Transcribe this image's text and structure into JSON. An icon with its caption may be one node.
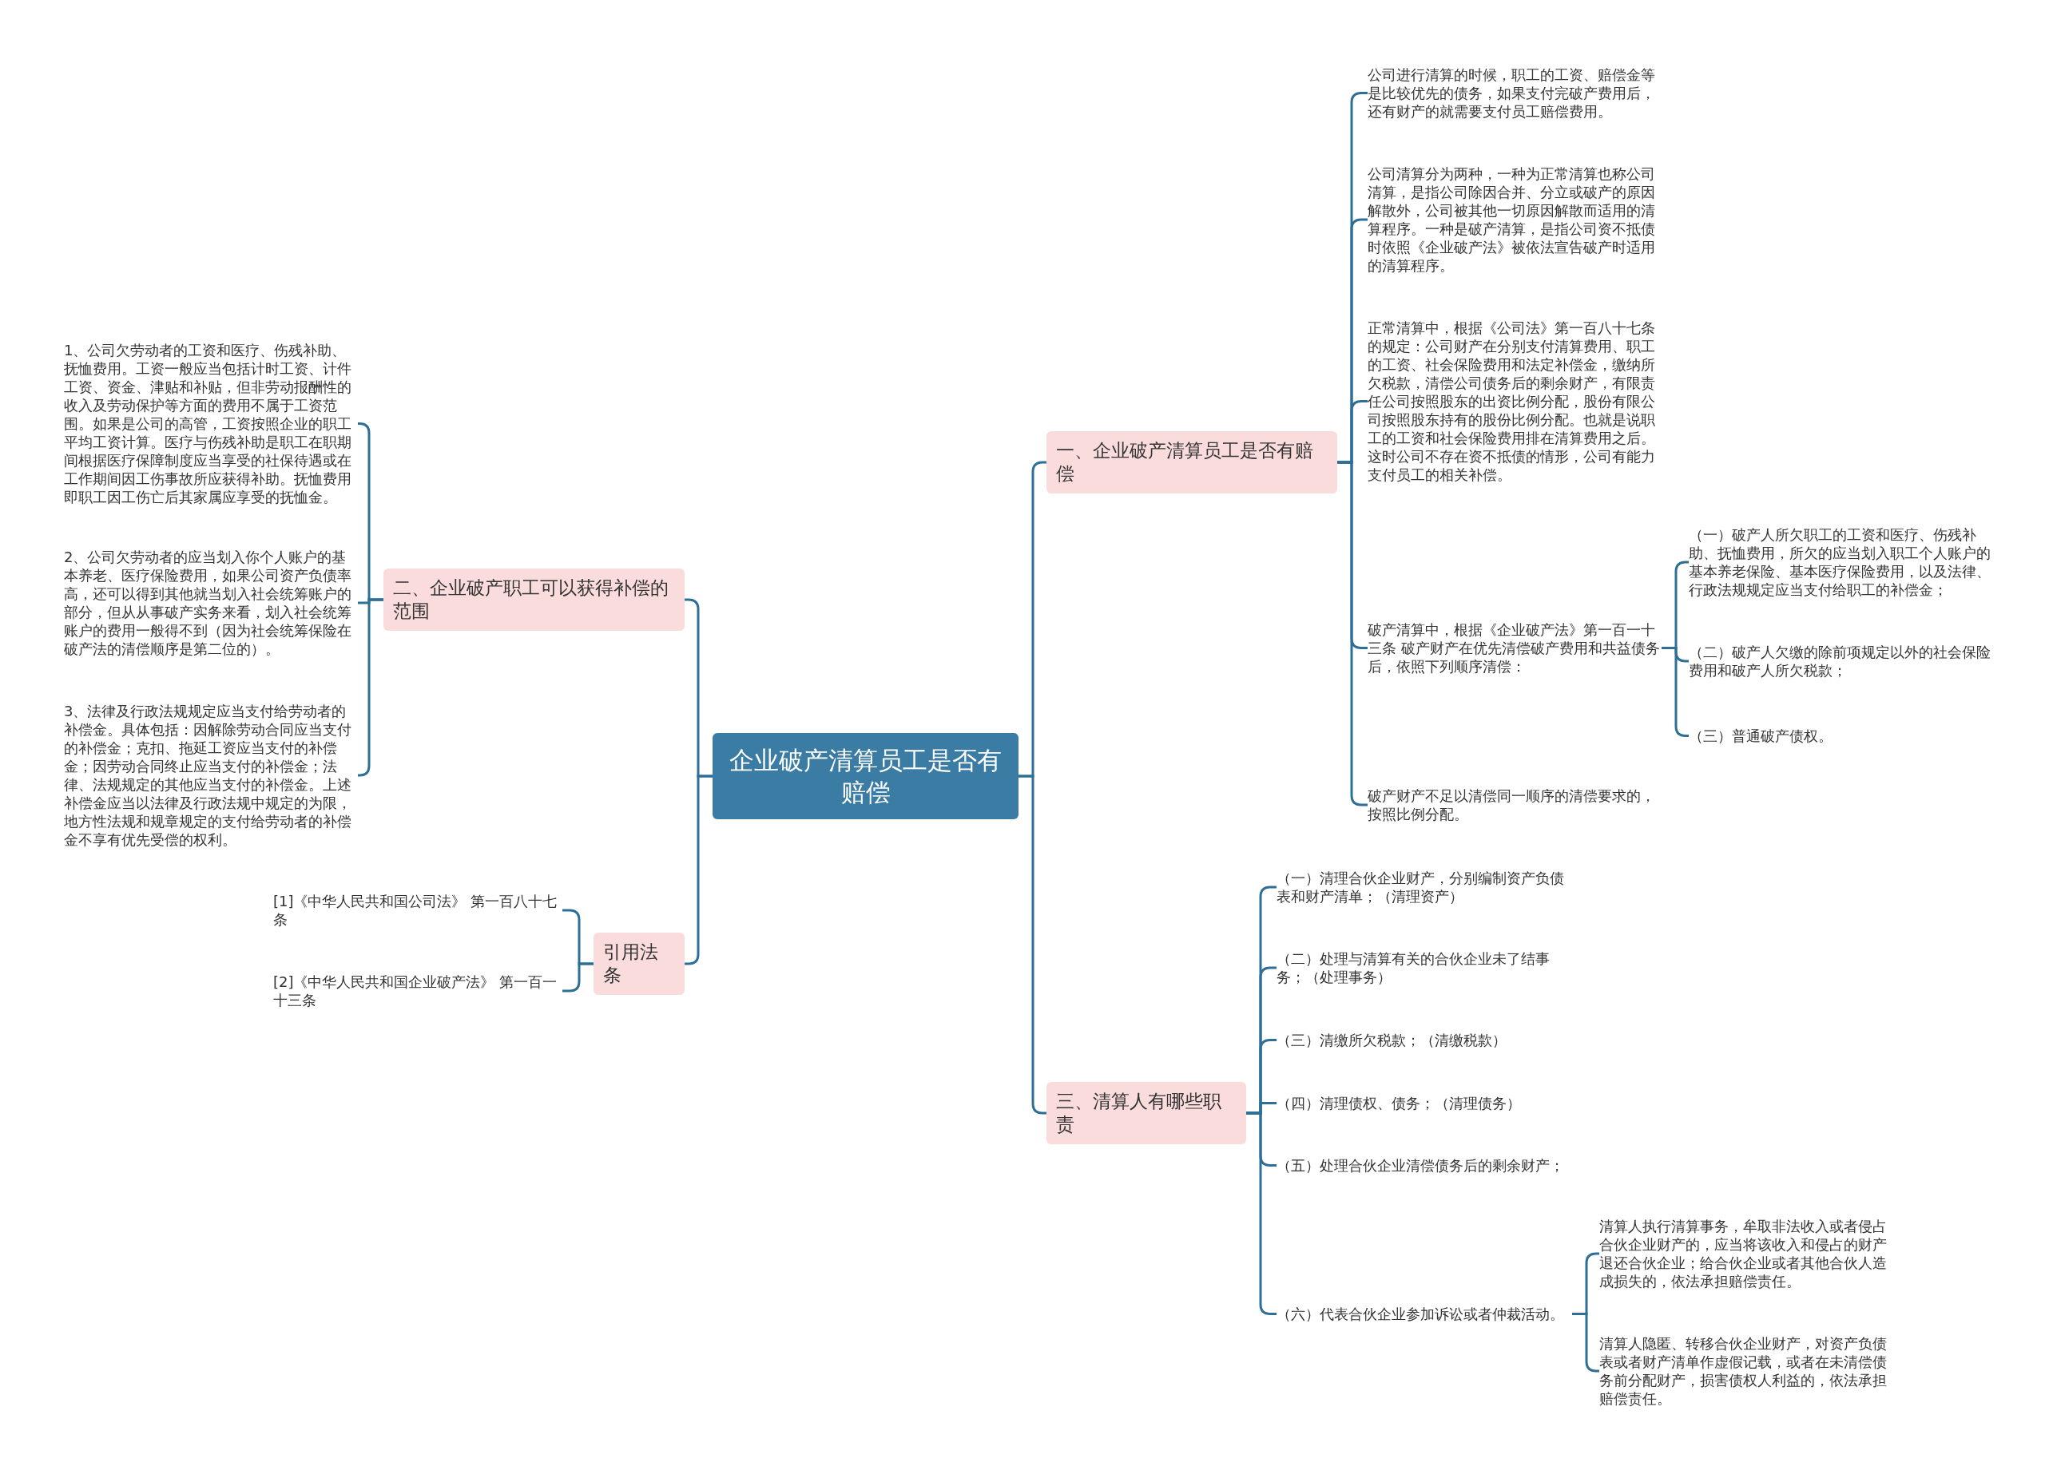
{
  "diagram": {
    "nodes": [
      {
        "text": [
          "企业破产清算员工是否有赔偿"
        ]
      },
      {
        "text": [
          "一、企业破产清算员工是否有赔偿"
        ]
      },
      {
        "text": [
          "公司进行清算的时候，职工的工资、赔偿金等是比较优先的债务，如果支付完破产费用后，还有财产的就需要支付员工赔偿费用。"
        ]
      },
      {
        "text": [
          "公司清算分为两种，一种为正常清算也称公司清算，是指公司除因合并、分立或破产的原因解散外，公司被其他一切原因解散而适用的清算程序。一种是破产清算，是指公司资不抵债时依照《企业破产法》被依法宣告破产时适用的清算程序。"
        ]
      },
      {
        "text": [
          "正常清算中，根据《公司法》第一百八十七条的规定：公司财产在分别支付清算费用、职工的工资、社会保险费用和法定补偿金，缴纳所欠税款，清偿公司债务后的剩余财产，有限责任公司按照股东的出资比例分配，股份有限公司按照股东持有的股份比例分配。也就是说职工的工资和社会保险费用排在清算费用之后。这时公司不存在资不抵债的情形，公司有能力支付员工的相关补偿。"
        ]
      },
      {
        "text": [
          "破产清算中，根据《企业破产法》第一百一十三条 破产财产在优先清偿破产费用和共益债务后，依照下列顺序清偿："
        ]
      },
      {
        "text": [
          "（一）破产人所欠职工的工资和医疗、伤残补助、抚恤费用，所欠的应当划入职工个人账户的基本养老保险、基本医疗保险费用，以及法律、行政法规规定应当支付给职工的补偿金；"
        ]
      },
      {
        "text": [
          "（二）破产人欠缴的除前项规定以外的社会保险费用和破产人所欠税款；"
        ]
      },
      {
        "text": [
          "（三）普通破产债权。"
        ]
      },
      {
        "text": [
          "破产财产不足以清偿同一顺序的清偿要求的，按照比例分配。"
        ]
      },
      {
        "text": [
          "二、企业破产职工可以获得补偿的范围"
        ]
      },
      {
        "text": [
          "1、公司欠劳动者的工资和医疗、伤残补助、抚恤费用。工资一般应当包括计时工资、计件工资、资金、津贴和补贴，但非劳动报酬性的收入及劳动保护等方面的费用不属于工资范围。如果是公司的高管，工资按照企业的职工平均工资计算。医疗与伤残补助是职工在职期间根据医疗保障制度应当享受的社保待遇或在工作期间因工伤事故所应获得补助。抚恤费用即职工因工伤亡后其家属应享受的抚恤金。"
        ]
      },
      {
        "text": [
          "2、公司欠劳动者的应当划入你个人账户的基本养老、医疗保险费用，如果公司资产负债率高，还可以得到其他就当划入社会统筹账户的部分，但从从事破产实务来看，划入社会统筹账户的费用一般得不到（因为社会统筹保险在破产法的清偿顺序是第二位的）。"
        ]
      },
      {
        "text": [
          "3、法律及行政法规规定应当支付给劳动者的补偿金。具体包括：因解除劳动合同应当支付的补偿金；克扣、拖延工资应当支付的补偿金；因劳动合同终止应当支付的补偿金；法律、法规规定的其他应当支付的补偿金。上述补偿金应当以法律及行政法规中规定的为限，地方性法规和规章规定的支付给劳动者的补偿金不享有优先受偿的权利。"
        ]
      },
      {
        "text": [
          "引用法条"
        ]
      },
      {
        "text": [
          "[1]《中华人民共和国公司法》 第一百八十七条"
        ]
      },
      {
        "text": [
          "[2]《中华人民共和国企业破产法》 第一百一十三条"
        ]
      },
      {
        "text": [
          "三、清算人有哪些职责"
        ]
      },
      {
        "text": [
          "（一）清理合伙企业财产，分别编制资产负债表和财产清单；（清理资产）"
        ]
      },
      {
        "text": [
          "（二）处理与清算有关的合伙企业未了结事务；（处理事务）"
        ]
      },
      {
        "text": [
          "（三）清缴所欠税款；（清缴税款）"
        ]
      },
      {
        "text": [
          "（四）清理债权、债务；（清理债务）"
        ]
      },
      {
        "text": [
          "（五）处理合伙企业清偿债务后的剩余财产；"
        ]
      },
      {
        "text": [
          "（六）代表合伙企业参加诉讼或者仲裁活动。"
        ]
      },
      {
        "text": [
          "清算人执行清算事务，牟取非法收入或者侵占合伙企业财产的，应当将该收入和侵占的财产退还合伙企业；给合伙企业或者其他合伙人造成损失的，依法承担赔偿责任。"
        ]
      },
      {
        "text": [
          "清算人隐匿、转移合伙企业财产，对资产负债表或者财产清单作虚假记载，或者在未清偿债务前分配财产，损害债权人利益的，依法承担赔偿责任。"
        ]
      }
    ],
    "edges": [
      {
        "from": 0,
        "to": 1,
        "arrow": "none"
      },
      {
        "from": 1,
        "to": 2,
        "arrow": "none"
      },
      {
        "from": 1,
        "to": 3,
        "arrow": "none"
      },
      {
        "from": 1,
        "to": 4,
        "arrow": "none"
      },
      {
        "from": 1,
        "to": 5,
        "arrow": "none"
      },
      {
        "from": 5,
        "to": 6,
        "arrow": "none"
      },
      {
        "from": 5,
        "to": 7,
        "arrow": "none"
      },
      {
        "from": 5,
        "to": 8,
        "arrow": "none"
      },
      {
        "from": 1,
        "to": 9,
        "arrow": "none"
      },
      {
        "from": 0,
        "to": 10,
        "arrow": "none"
      },
      {
        "from": 10,
        "to": 11,
        "arrow": "none"
      },
      {
        "from": 10,
        "to": 12,
        "arrow": "none"
      },
      {
        "from": 10,
        "to": 13,
        "arrow": "none"
      },
      {
        "from": 0,
        "to": 14,
        "arrow": "none"
      },
      {
        "from": 14,
        "to": 15,
        "arrow": "none"
      },
      {
        "from": 14,
        "to": 16,
        "arrow": "none"
      },
      {
        "from": 0,
        "to": 17,
        "arrow": "none"
      },
      {
        "from": 17,
        "to": 18,
        "arrow": "none"
      },
      {
        "from": 17,
        "to": 19,
        "arrow": "none"
      },
      {
        "from": 17,
        "to": 20,
        "arrow": "none"
      },
      {
        "from": 17,
        "to": 21,
        "arrow": "none"
      },
      {
        "from": 17,
        "to": 22,
        "arrow": "none"
      },
      {
        "from": 17,
        "to": 23,
        "arrow": "none"
      },
      {
        "from": 23,
        "to": 24,
        "arrow": "none"
      },
      {
        "from": 23,
        "to": 25,
        "arrow": "none"
      }
    ]
  }
}
